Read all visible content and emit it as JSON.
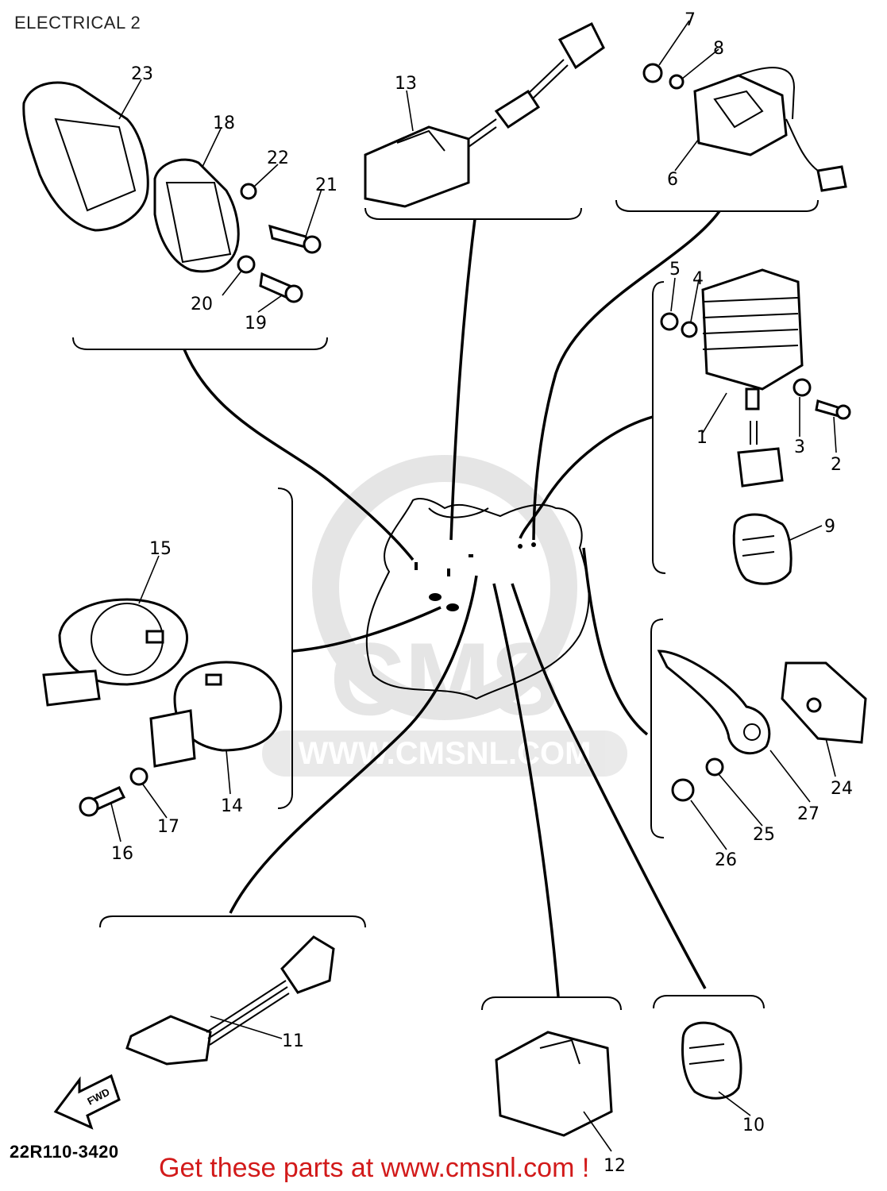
{
  "page_title": "ELECTRICAL 2",
  "document_code": "22R110-3420",
  "promo_text": "Get these parts at www.cmsnl.com !",
  "watermark": {
    "brand": "CMS",
    "url": "WWW.CMSNL.COM"
  },
  "fwd_label": "FWD",
  "callouts": {
    "n1": "1",
    "n2": "2",
    "n3": "3",
    "n4": "4",
    "n5": "5",
    "n6": "6",
    "n7": "7",
    "n8": "8",
    "n9": "9",
    "n10": "10",
    "n11": "11",
    "n12": "12",
    "n13": "13",
    "n14": "14",
    "n15": "15",
    "n16": "16",
    "n17": "17",
    "n18": "18",
    "n19": "19",
    "n20": "20",
    "n21": "21",
    "n22": "22",
    "n23": "23",
    "n24": "24",
    "n25": "25",
    "n26": "26",
    "n27": "27"
  },
  "colors": {
    "promo": "#d21a1a",
    "watermark": "#cfcfcf",
    "line": "#000000"
  }
}
